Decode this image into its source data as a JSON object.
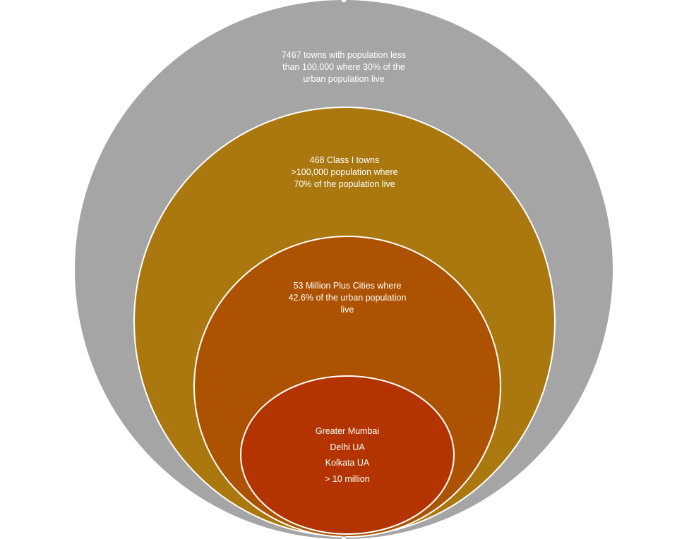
{
  "colors": {
    "outer": "#a5a5a5",
    "class1": "#ab780f",
    "million": "#ad5200",
    "mega": "#b33400",
    "stroke": "#ffffff"
  },
  "rings": {
    "outer": {
      "lines": [
        "7467 towns with population less",
        "than 100,000 where 30% of the",
        "urban population live"
      ]
    },
    "class1": {
      "lines": [
        "468 Class I towns",
        ">100,000 population where",
        "70% of the population live"
      ]
    },
    "million": {
      "lines": [
        "53 Million Plus Cities where",
        "42.6% of the urban population",
        "live"
      ]
    },
    "mega": {
      "lines": [
        "Greater Mumbai",
        "Delhi UA",
        "Kolkata UA",
        "> 10 million"
      ]
    }
  }
}
